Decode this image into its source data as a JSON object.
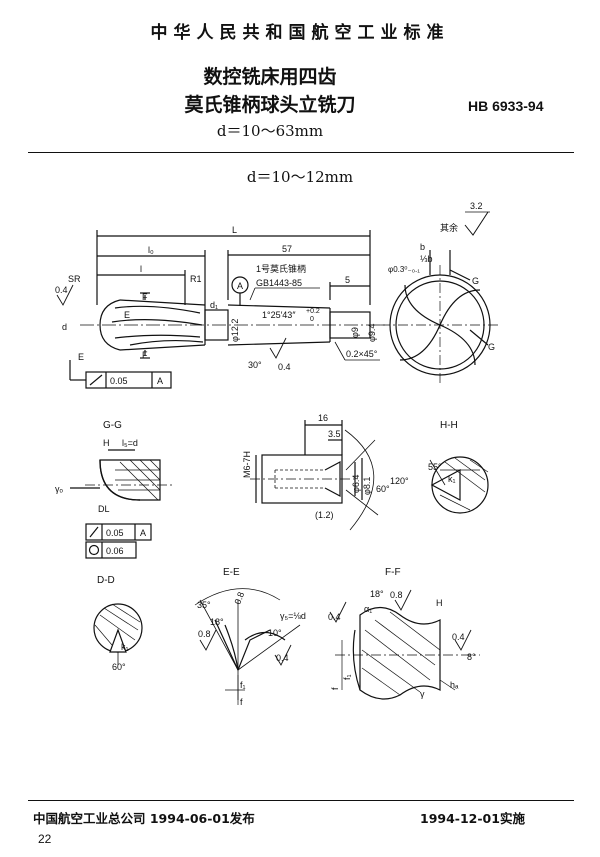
{
  "header": {
    "standard_name": "中华人民共和国航空工业标准",
    "title_line1": "数控铣床用四齿",
    "title_line2": "莫氏锥柄球头立铣刀",
    "range": "d＝10～63mm",
    "standard_number": "HB 6933-94"
  },
  "sub_range": "d＝10～12mm",
  "drawing": {
    "main_view": {
      "dim_L": "L",
      "dim_l0": "l₀",
      "dim_l": "l",
      "dim_57": "57",
      "dim_5": "5",
      "label_SR": "SR",
      "label_R1": "R1",
      "label_F_top": "F",
      "label_F_bottom": "F",
      "label_E_top": "E",
      "label_E_bottom": "E",
      "label_d": "d",
      "label_d1": "d₁",
      "label_phi12_2": "φ12.2",
      "label_phi9": "φ9",
      "label_phi9_4": "φ9.4",
      "datum_A": "A",
      "taper_note_1": "1号莫氏锥柄",
      "taper_note_2": "GB1443-85",
      "taper_angle": "1°25′43″",
      "tol_upper": "+0.2",
      "tol_lower": "0",
      "rough_04_a": "0.4",
      "rough_04_b": "0.4",
      "angle_30": "30°",
      "chamfer": "0.2×45°",
      "runout_value": "0.05",
      "runout_datum": "A"
    },
    "end_view": {
      "rest_label": "其余",
      "rest_roughness": "3.2",
      "dim_b": "b",
      "dim_b3": "⅓b",
      "tol_note": "φ0.3⁰₋₀.₁",
      "label_G_top": "G",
      "label_G_bottom": "G"
    },
    "section_GG": {
      "title": "G-G",
      "label_H": "H",
      "label_ls_d": "l₅=d",
      "label_gamma": "γₒ",
      "label_DL": "DL",
      "tol_runout": "0.05",
      "tol_runout_datum": "A",
      "tol_round": "0.06"
    },
    "shank_detail": {
      "dim_16": "16",
      "dim_3_5": "3.5",
      "thread": "M6-7H",
      "dim_phi6_4": "φ6.4",
      "dim_phi8_1": "φ8.1",
      "angle_60": "60°",
      "angle_120": "120°",
      "dim_1_2": "(1.2)"
    },
    "section_HH": {
      "title": "H-H",
      "angle": "55°",
      "label": "k₁"
    },
    "section_DD": {
      "title": "D-D",
      "label": "k₁",
      "angle": "60°"
    },
    "section_EE": {
      "title": "E-E",
      "angle_35": "35°",
      "angle_18": "18°",
      "angle_10": "10°",
      "rough_08_a": "0.8",
      "rough_08_b": "0.8",
      "rough_04": "0.4",
      "label_gamma": "γ₅=⅛d",
      "label_f1": "f₁",
      "label_f": "f"
    },
    "section_FF": {
      "title": "F-F",
      "angle_18": "18°",
      "angle_8": "8°",
      "rough_04_a": "0.4",
      "rough_08": "0.8",
      "rough_04_b": "0.4",
      "label_H": "H",
      "label_alpha": "α₁",
      "label_gamma": "γ",
      "label_ha": "hₐ",
      "label_f": "f",
      "label_f1": "f₁"
    }
  },
  "footer": {
    "issuer": "中国航空工业总公司 1994-06-01发布",
    "implementation": "1994-12-01实施",
    "page_number": "22"
  }
}
